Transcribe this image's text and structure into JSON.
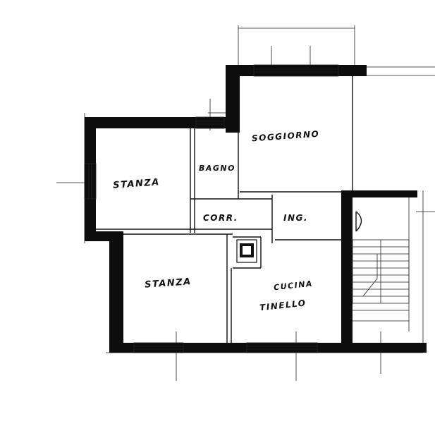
{
  "plan": {
    "rooms": [
      {
        "key": "soggiorno",
        "label": "SOGGIORNO"
      },
      {
        "key": "bagno",
        "label": "BAGNO"
      },
      {
        "key": "stanza1",
        "label": "STANZA"
      },
      {
        "key": "corr",
        "label": "CORR."
      },
      {
        "key": "ing",
        "label": "ING."
      },
      {
        "key": "stanza2",
        "label": "STANZA"
      },
      {
        "key": "cucina",
        "label": "CUCINA"
      },
      {
        "key": "tinello",
        "label": "TINELLO"
      }
    ],
    "colors": {
      "ink": "#0d0d0d",
      "paper": "#ffffff"
    }
  }
}
